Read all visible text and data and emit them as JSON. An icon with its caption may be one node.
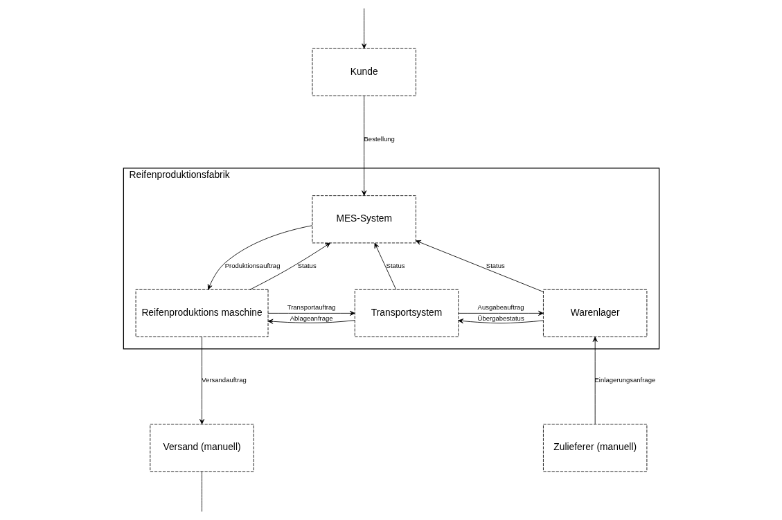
{
  "diagram": {
    "nodes": [
      {
        "text": [
          "Kunde"
        ]
      },
      {
        "text": [
          "Reifenproduktionsfabrik"
        ]
      },
      {
        "text": [
          "MES-System"
        ],
        "in": 1
      },
      {
        "text": [
          "Warenlager"
        ],
        "in": 1
      },
      {
        "text": [
          "Transportsystem"
        ],
        "in": 1
      },
      {
        "text": [
          "Reifenproduktions maschine"
        ],
        "in": 1
      },
      {
        "text": [
          "Zulieferer (manuell)"
        ]
      },
      {
        "text": [
          "Versand (manuell)"
        ]
      }
    ],
    "edges": [
      {
        "from": null,
        "to": 0,
        "arrow": "to"
      },
      {
        "from": 0,
        "to": 2,
        "arrow": "to",
        "label": "Bestellung"
      },
      {
        "from": 3,
        "to": 2,
        "arrow": "to",
        "label": "Status"
      },
      {
        "from": 4,
        "to": 2,
        "arrow": "to",
        "label": "Status"
      },
      {
        "from": 2,
        "to": 5,
        "arrow": "to",
        "label": "Produktionsauftrag"
      },
      {
        "from": 5,
        "to": 2,
        "arrow": "to",
        "label": "Status"
      },
      {
        "from": 4,
        "to": 3,
        "arrow": "to",
        "label": "Ausgabeauftrag"
      },
      {
        "from": 3,
        "to": 4,
        "arrow": "to",
        "label": "Übergabestatus"
      },
      {
        "from": 5,
        "to": 4,
        "arrow": "to",
        "label": "Transportauftrag"
      },
      {
        "from": 4,
        "to": 5,
        "arrow": "to",
        "label": "Ablageanfrage"
      },
      {
        "from": 6,
        "to": 3,
        "arrow": "to",
        "label": "Einlagerungsanfrage"
      },
      {
        "from": 5,
        "to": 7,
        "arrow": "to",
        "label": "Versandauftrag"
      },
      {
        "from": 7,
        "to": null,
        "arrow": "none"
      }
    ]
  }
}
